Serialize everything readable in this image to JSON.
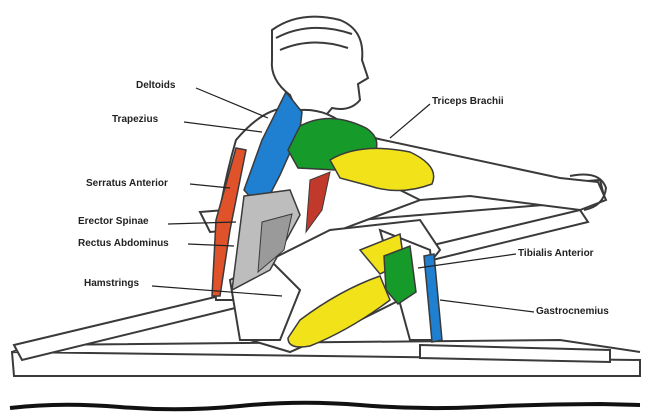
{
  "labels": {
    "deltoids": "Deltoids",
    "trapezius": "Trapezius",
    "triceps_brachii": "Triceps Brachii",
    "serratus_anterior": "Serratus Anterior",
    "erector_spinae": "Erector Spinae",
    "rectus_abdominus": "Rectus Abdominus",
    "hamstrings": "Hamstrings",
    "tibialis_anterior": "Tibialis Anterior",
    "gastrocnemius": "Gastrocnemius"
  },
  "colors": {
    "deltoids": "#169a2a",
    "trapezius": "#1f7fd0",
    "triceps_brachii": "#f2e21a",
    "serratus_anterior": "#e0532a",
    "erector_spinae": "#bdbdbd",
    "rectus_abdominus": "#9a9a9a",
    "hamstrings": "#f2e21a",
    "tibialis_anterior": "#169a2a",
    "gastrocnemius": "#1f7fd0",
    "outline": "#3a3a3a"
  }
}
